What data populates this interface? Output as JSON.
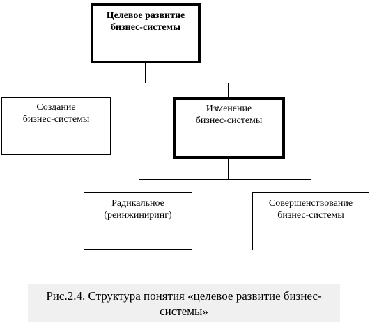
{
  "diagram": {
    "root": {
      "lines": [
        "Целевое развитие",
        "бизнес-системы"
      ]
    },
    "level1": [
      {
        "lines": [
          "Создание",
          "бизнес-системы"
        ]
      },
      {
        "lines": [
          "Изменение",
          "бизнес-системы"
        ]
      }
    ],
    "level2": [
      {
        "lines": [
          "Радикальное",
          "(реинжиниринг)"
        ]
      },
      {
        "lines": [
          "Совершенствование",
          "бизнес-системы"
        ]
      }
    ]
  },
  "caption": {
    "line1": "Рис.2.4. Структура понятия «целевое развитие бизнес-",
    "line2": "системы»"
  }
}
